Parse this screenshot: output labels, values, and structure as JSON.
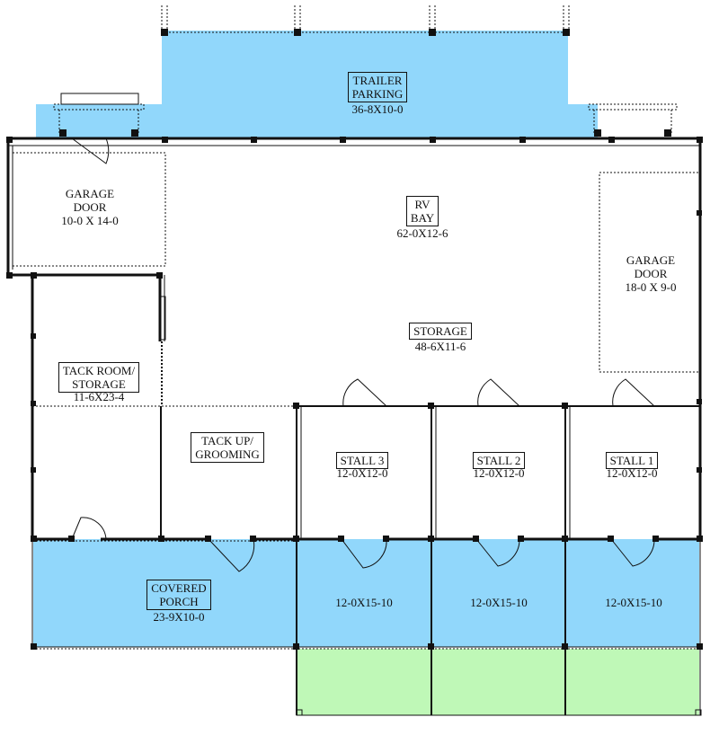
{
  "colors": {
    "porch_blue": "#91d7fb",
    "green_paddock": "#bff8b7",
    "wall": "#111111",
    "background": "#ffffff"
  },
  "rooms": {
    "trailer_parking": {
      "name": "TRAILER\nPARKING",
      "dim": "36-8X10-0"
    },
    "garage_door_left": {
      "name": "GARAGE\nDOOR",
      "dim": "10-0 X 14-0"
    },
    "rv_bay": {
      "name": "RV\nBAY",
      "dim": "62-0X12-6"
    },
    "garage_door_right": {
      "name": "GARAGE\nDOOR",
      "dim": "18-0 X 9-0"
    },
    "storage": {
      "name": "STORAGE",
      "dim": "48-6X11-6"
    },
    "tack_room": {
      "name": "TACK ROOM/\nSTORAGE",
      "dim": "11-6X23-4"
    },
    "tack_up": {
      "name": "TACK UP/\nGROOMING"
    },
    "stall_3": {
      "name": "STALL 3",
      "dim": "12-0X12-0"
    },
    "stall_2": {
      "name": "STALL 2",
      "dim": "12-0X12-0"
    },
    "stall_1": {
      "name": "STALL 1",
      "dim": "12-0X12-0"
    },
    "covered_porch": {
      "name": "COVERED\nPORCH",
      "dim": "23-9X10-0"
    },
    "run_3": {
      "dim": "12-0X15-10"
    },
    "run_2": {
      "dim": "12-0X15-10"
    },
    "run_1": {
      "dim": "12-0X15-10"
    }
  }
}
